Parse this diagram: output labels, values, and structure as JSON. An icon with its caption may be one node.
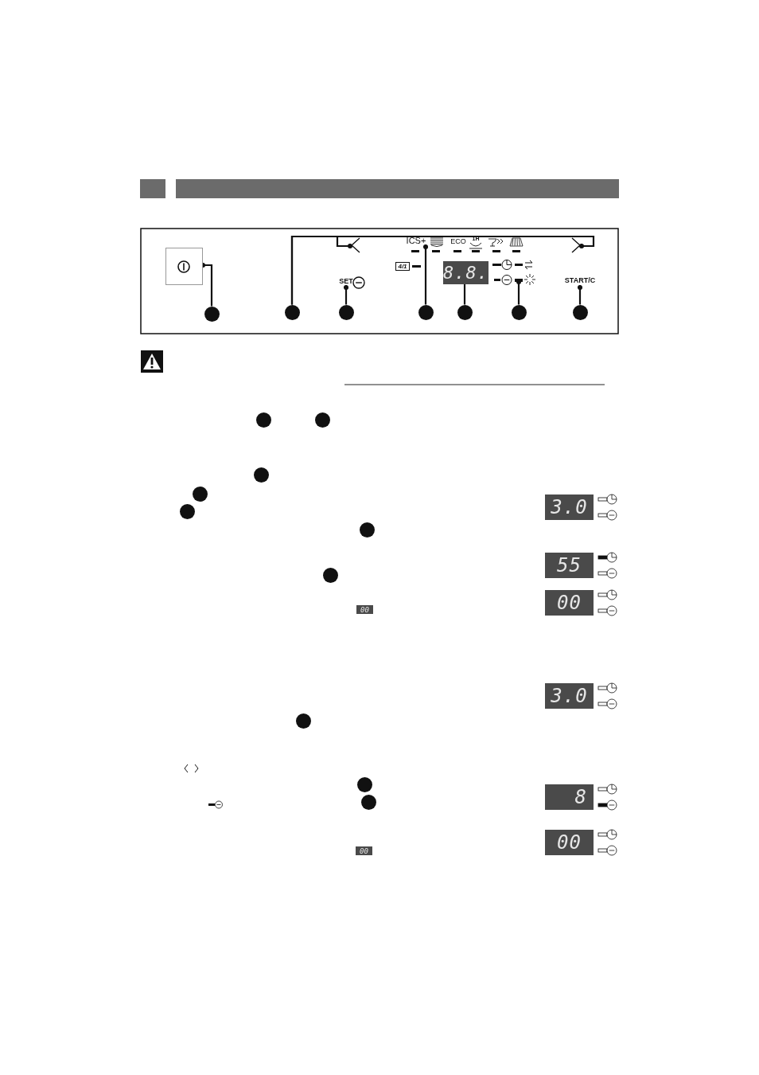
{
  "diagram": {
    "nodes": [
      {
        "text": [],
        "shape": "box"
      },
      {
        "text": [],
        "shape": "chevron"
      },
      {
        "text": [],
        "shape": "chevron"
      },
      {
        "text": [
          "SET"
        ]
      },
      {
        "text": [
          "ICS+"
        ]
      },
      {
        "text": [
          "8.8."
        ]
      },
      {
        "text": [],
        "shape": "bar"
      },
      {
        "text": [
          "START/C"
        ]
      },
      {
        "text": [],
        "shape": "circle"
      },
      {
        "text": [],
        "shape": "circle"
      },
      {
        "text": [],
        "shape": "circle"
      },
      {
        "text": [],
        "shape": "circle"
      },
      {
        "text": [],
        "shape": "circle"
      },
      {
        "text": [],
        "shape": "circle"
      },
      {
        "text": [],
        "shape": "circle"
      },
      {
        "text": [],
        "shape": "circle"
      },
      {
        "text": [],
        "shape": "circle"
      },
      {
        "text": [],
        "shape": "circle"
      },
      {
        "text": [],
        "shape": "circle"
      },
      {
        "text": [],
        "shape": "circle"
      },
      {
        "text": [],
        "shape": "circle"
      },
      {
        "text": [],
        "shape": "circle"
      },
      {
        "text": [],
        "shape": "circle"
      },
      {
        "text": [],
        "shape": "circle"
      },
      {
        "text": [],
        "shape": "circle"
      },
      {
        "text": [
          "3.0"
        ]
      },
      {
        "text": [
          "55"
        ]
      },
      {
        "text": [
          "00"
        ]
      },
      {
        "text": [
          "3.0"
        ]
      },
      {
        "text": [
          "8"
        ]
      },
      {
        "text": [
          "00"
        ]
      }
    ],
    "edges": [
      {
        "from": 8,
        "to": 0,
        "arrow": "other"
      },
      {
        "from": 9,
        "to": 1,
        "arrow": "other"
      },
      {
        "from": 9,
        "to": 2,
        "arrow": "other"
      },
      {
        "from": 10,
        "to": 3,
        "arrow": "other"
      },
      {
        "from": 11,
        "to": 4,
        "arrow": "other"
      },
      {
        "from": 12,
        "to": 5,
        "arrow": "none"
      },
      {
        "from": 13,
        "to": 6,
        "arrow": "other"
      },
      {
        "from": 14,
        "to": 7,
        "arrow": "other"
      }
    ],
    "labels": [
      "ECO",
      "1H",
      "4/1",
      "00",
      "00"
    ]
  }
}
